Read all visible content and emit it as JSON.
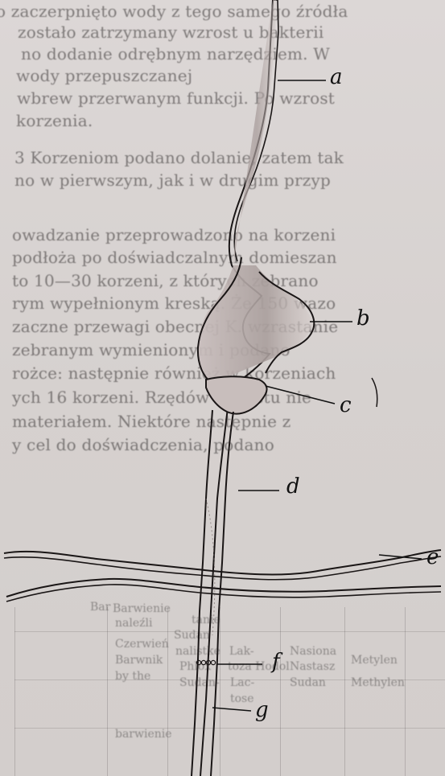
{
  "background_text": {
    "lines": [
      "o zaczerpnięto wody z tego samego źródła",
      "zostało zatrzymany wzrost u bakterii",
      "no dodanie odrębnym narzędziem. W",
      "wody przepuszczanej",
      "wbrew przerwanym funkcji. Po wzrost",
      "korzenia.",
      "3 Korzeniom podano dolanie, zatem tak",
      "no w pierwszym, jak i w drugim przyp",
      "owadzanie przeprowadzono na korzeni",
      "podłoża po doświadczalnym domieszan",
      "to 10—30 korzeni, z których zebrano",
      "rym wypełnionym kreską. Że 150 wazo",
      "zaczne przewagi obecnej K. wzrastanie",
      "zebranym wymienionym i podano",
      "rożce: następnie również w korzeniach",
      "ych 16 korzeni. Rzędów wzrostu nie",
      "materiałem. Niektóre następnie z",
      "y cel do doświadczenia, podano"
    ],
    "table": {
      "cells": [
        "Bar",
        "Barwienie",
        "naleźli",
        "tanie",
        "Sudan",
        "Czerwień",
        "Lak-",
        "toza Hodol",
        "Lac-",
        "tose",
        "Nasiona",
        "nalistke",
        "Nastasz",
        "Metylen",
        "Barwnik",
        "Phlox",
        "Sudan",
        "Methylen",
        "Sudan-",
        "by the",
        "barwienie"
      ]
    }
  },
  "figure": {
    "labels": [
      "a",
      "b",
      "c",
      "d",
      "e",
      "f",
      "g"
    ]
  }
}
